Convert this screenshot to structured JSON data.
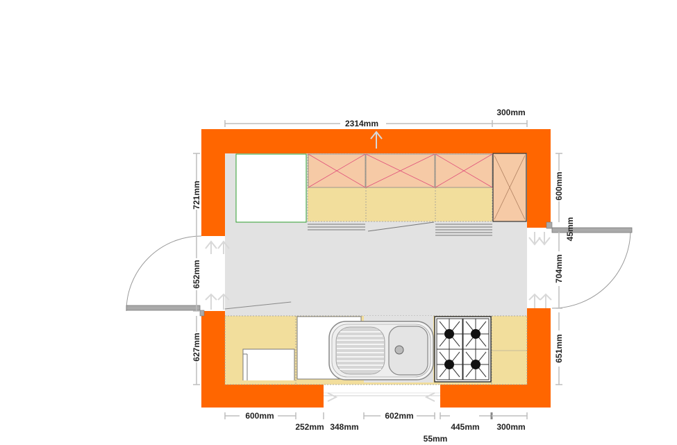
{
  "colors": {
    "wall": "#ff6600",
    "floor": "#e2e2e2",
    "worktop": "#f2de9c",
    "wall_cabinet": "#f6caa6",
    "appliance_outline": "#2e9e2e",
    "cross_line": "#e0507a",
    "dimension_line": "#bdbdbd"
  },
  "dimensions": {
    "top_width": "2314mm",
    "top_right": "300mm",
    "left_upper": "721mm",
    "left_door": "652mm",
    "left_lower": "627mm",
    "right_upper": "600mm",
    "right_gap": "45mm",
    "right_door": "704mm",
    "right_lower": "651mm",
    "bottom_1": "600mm",
    "bottom_2": "252mm",
    "bottom_3": "348mm",
    "bottom_4": "602mm",
    "bottom_5": "445mm",
    "bottom_6": "300mm",
    "bottom_7": "55mm"
  }
}
